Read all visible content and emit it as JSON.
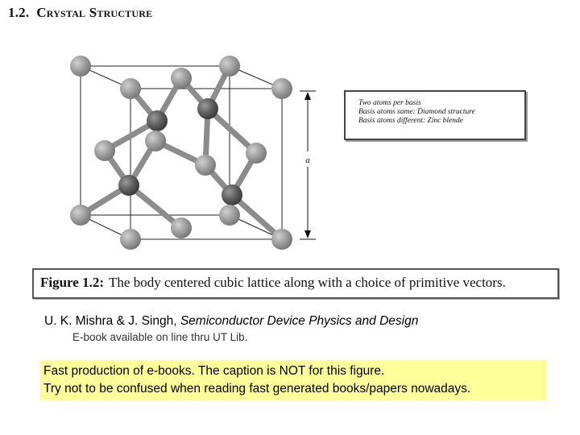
{
  "section": {
    "number": "1.2.",
    "title": "Crystal Structure"
  },
  "legend": [
    "Two atoms per basis",
    "Basis atoms same: Diamond structure",
    "Basis atoms different: Zinc blende"
  ],
  "dimension_label": "a",
  "caption": {
    "label": "Figure 1.2:",
    "text": "The body centered cubic lattice along with a choice of primitive vectors."
  },
  "reference": {
    "authors": "U. K. Mishra & J. Singh, ",
    "book_title": "Semiconductor Device Physics and Design",
    "availability": "E-book available on line thru UT Lib."
  },
  "note": {
    "line1": "Fast production of e-books.  The caption is NOT for this figure.",
    "line2": "Try not to be confused when reading fast generated books/papers nowadays."
  },
  "colors": {
    "note_background": "#ffff99",
    "atom_light": "#9a9a9a",
    "atom_dark": "#5a5a5a"
  }
}
